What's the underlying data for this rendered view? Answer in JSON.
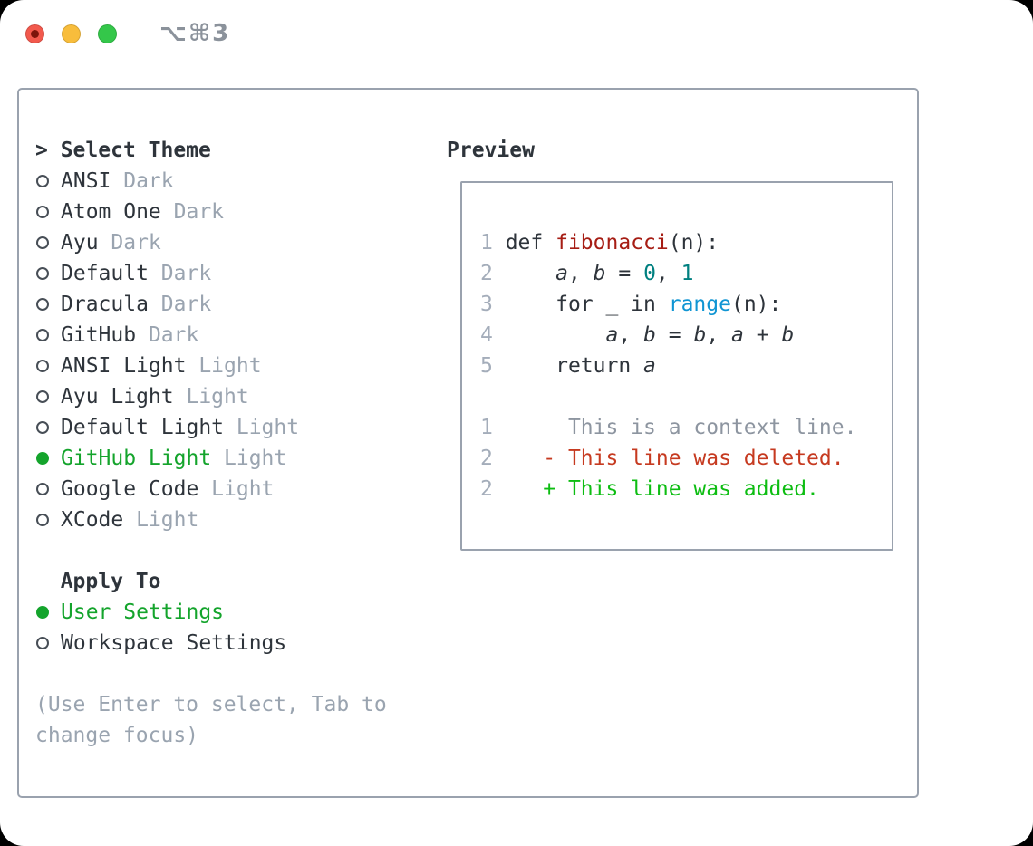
{
  "window": {
    "shortcut": "⌥⌘3"
  },
  "theme_picker": {
    "cursor_prefix": "> ",
    "title": "Select Theme",
    "themes": [
      {
        "name": "ANSI",
        "variant": "Dark",
        "selected": false
      },
      {
        "name": "Atom One",
        "variant": "Dark",
        "selected": false
      },
      {
        "name": "Ayu",
        "variant": "Dark",
        "selected": false
      },
      {
        "name": "Default",
        "variant": "Dark",
        "selected": false
      },
      {
        "name": "Dracula",
        "variant": "Dark",
        "selected": false
      },
      {
        "name": "GitHub",
        "variant": "Dark",
        "selected": false
      },
      {
        "name": "ANSI Light",
        "variant": "Light",
        "selected": false
      },
      {
        "name": "Ayu Light",
        "variant": "Light",
        "selected": false
      },
      {
        "name": "Default Light",
        "variant": "Light",
        "selected": false
      },
      {
        "name": "GitHub Light",
        "variant": "Light",
        "selected": true
      },
      {
        "name": "Google Code",
        "variant": "Light",
        "selected": false
      },
      {
        "name": "XCode",
        "variant": "Light",
        "selected": false
      }
    ]
  },
  "apply_to": {
    "title": "Apply To",
    "options": [
      {
        "name": "User Settings",
        "selected": true
      },
      {
        "name": "Workspace Settings",
        "selected": false
      }
    ]
  },
  "hint": "(Use Enter to select, Tab to change focus)",
  "preview": {
    "title": "Preview",
    "lines": [
      {
        "ln": "1",
        "tokens": [
          [
            "plain",
            "def "
          ],
          [
            "func",
            "fibonacci"
          ],
          [
            "plain",
            "(n):"
          ]
        ]
      },
      {
        "ln": "2",
        "tokens": [
          [
            "plain",
            "    "
          ],
          [
            "var",
            "a"
          ],
          [
            "plain",
            ", "
          ],
          [
            "var",
            "b"
          ],
          [
            "plain",
            " = "
          ],
          [
            "num",
            "0"
          ],
          [
            "plain",
            ", "
          ],
          [
            "num",
            "1"
          ]
        ]
      },
      {
        "ln": "3",
        "tokens": [
          [
            "plain",
            "    for _ in "
          ],
          [
            "builtin",
            "range"
          ],
          [
            "plain",
            "(n):"
          ]
        ]
      },
      {
        "ln": "4",
        "tokens": [
          [
            "plain",
            "        "
          ],
          [
            "var",
            "a"
          ],
          [
            "plain",
            ", "
          ],
          [
            "var",
            "b"
          ],
          [
            "plain",
            " = "
          ],
          [
            "var",
            "b"
          ],
          [
            "plain",
            ", "
          ],
          [
            "var",
            "a"
          ],
          [
            "plain",
            " + "
          ],
          [
            "var",
            "b"
          ]
        ]
      },
      {
        "ln": "5",
        "tokens": [
          [
            "plain",
            "    return "
          ],
          [
            "var",
            "a"
          ]
        ]
      },
      {
        "ln": "",
        "tokens": []
      },
      {
        "ln": "1",
        "tokens": [
          [
            "ctx",
            "     This is a context line."
          ]
        ]
      },
      {
        "ln": "2",
        "tokens": [
          [
            "del",
            "   - This line was deleted."
          ]
        ]
      },
      {
        "ln": "2",
        "tokens": [
          [
            "add",
            "   + This line was added."
          ]
        ]
      }
    ]
  },
  "colors": {
    "text": "#2e343b",
    "muted": "#9aa4b0",
    "green": "#14a42c",
    "panel-border": "#9aa2ae",
    "lineno": "#a4adba",
    "code-func": "#a61d14",
    "code-num": "#008080",
    "code-builtin": "#1095d3",
    "diff-ctx": "#8d95a0",
    "diff-del": "#c63a20",
    "diff-add": "#0dbd12",
    "tl-red": "#f2594d",
    "tl-red-dot": "#7c140b",
    "tl-yellow": "#f8bd3c",
    "tl-green": "#34c74a",
    "shortcut": "#8b929b"
  }
}
